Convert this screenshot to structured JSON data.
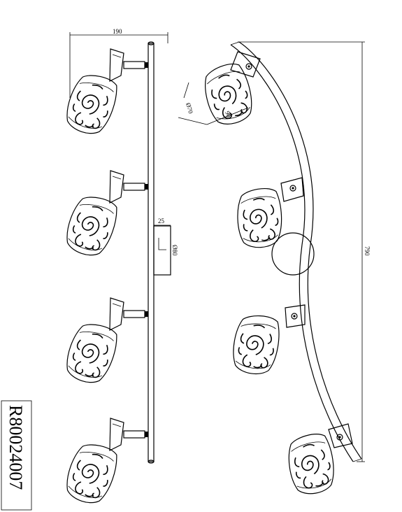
{
  "drawing": {
    "model_number": "R80024007",
    "dimensions": {
      "side_width": "190",
      "mount_depth": "25",
      "mount_diameter": "Ø80",
      "shade_diameter": "Ø70",
      "shade_length": "90",
      "total_length": "790"
    }
  }
}
